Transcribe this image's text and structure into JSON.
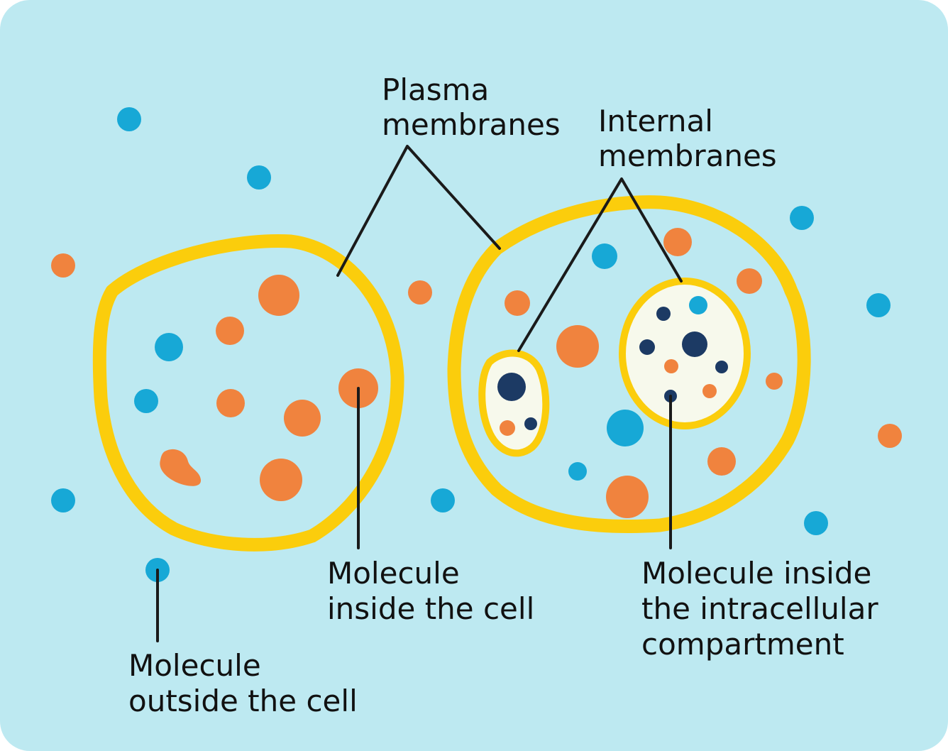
{
  "colors": {
    "background": "#bde9f1",
    "cell_fill": "#ffffff",
    "membrane": "#fbcd0c",
    "compartment_fill": "#f7f9ec",
    "molecule_orange": "#f0833e",
    "molecule_blue": "#17a8d6",
    "molecule_navy": "#1c3a64",
    "pointer_line": "#1a1a1a"
  },
  "labels": {
    "plasma_membranes": [
      "Plasma",
      "membranes"
    ],
    "internal_membranes": [
      "Internal",
      "membranes"
    ],
    "molecule_inside_cell": [
      "Molecule",
      "inside the cell"
    ],
    "molecule_inside_compartment": [
      "Molecule inside",
      "the intracellular",
      "compartment"
    ],
    "molecule_outside_cell": [
      "Molecule",
      "outside the cell"
    ]
  }
}
